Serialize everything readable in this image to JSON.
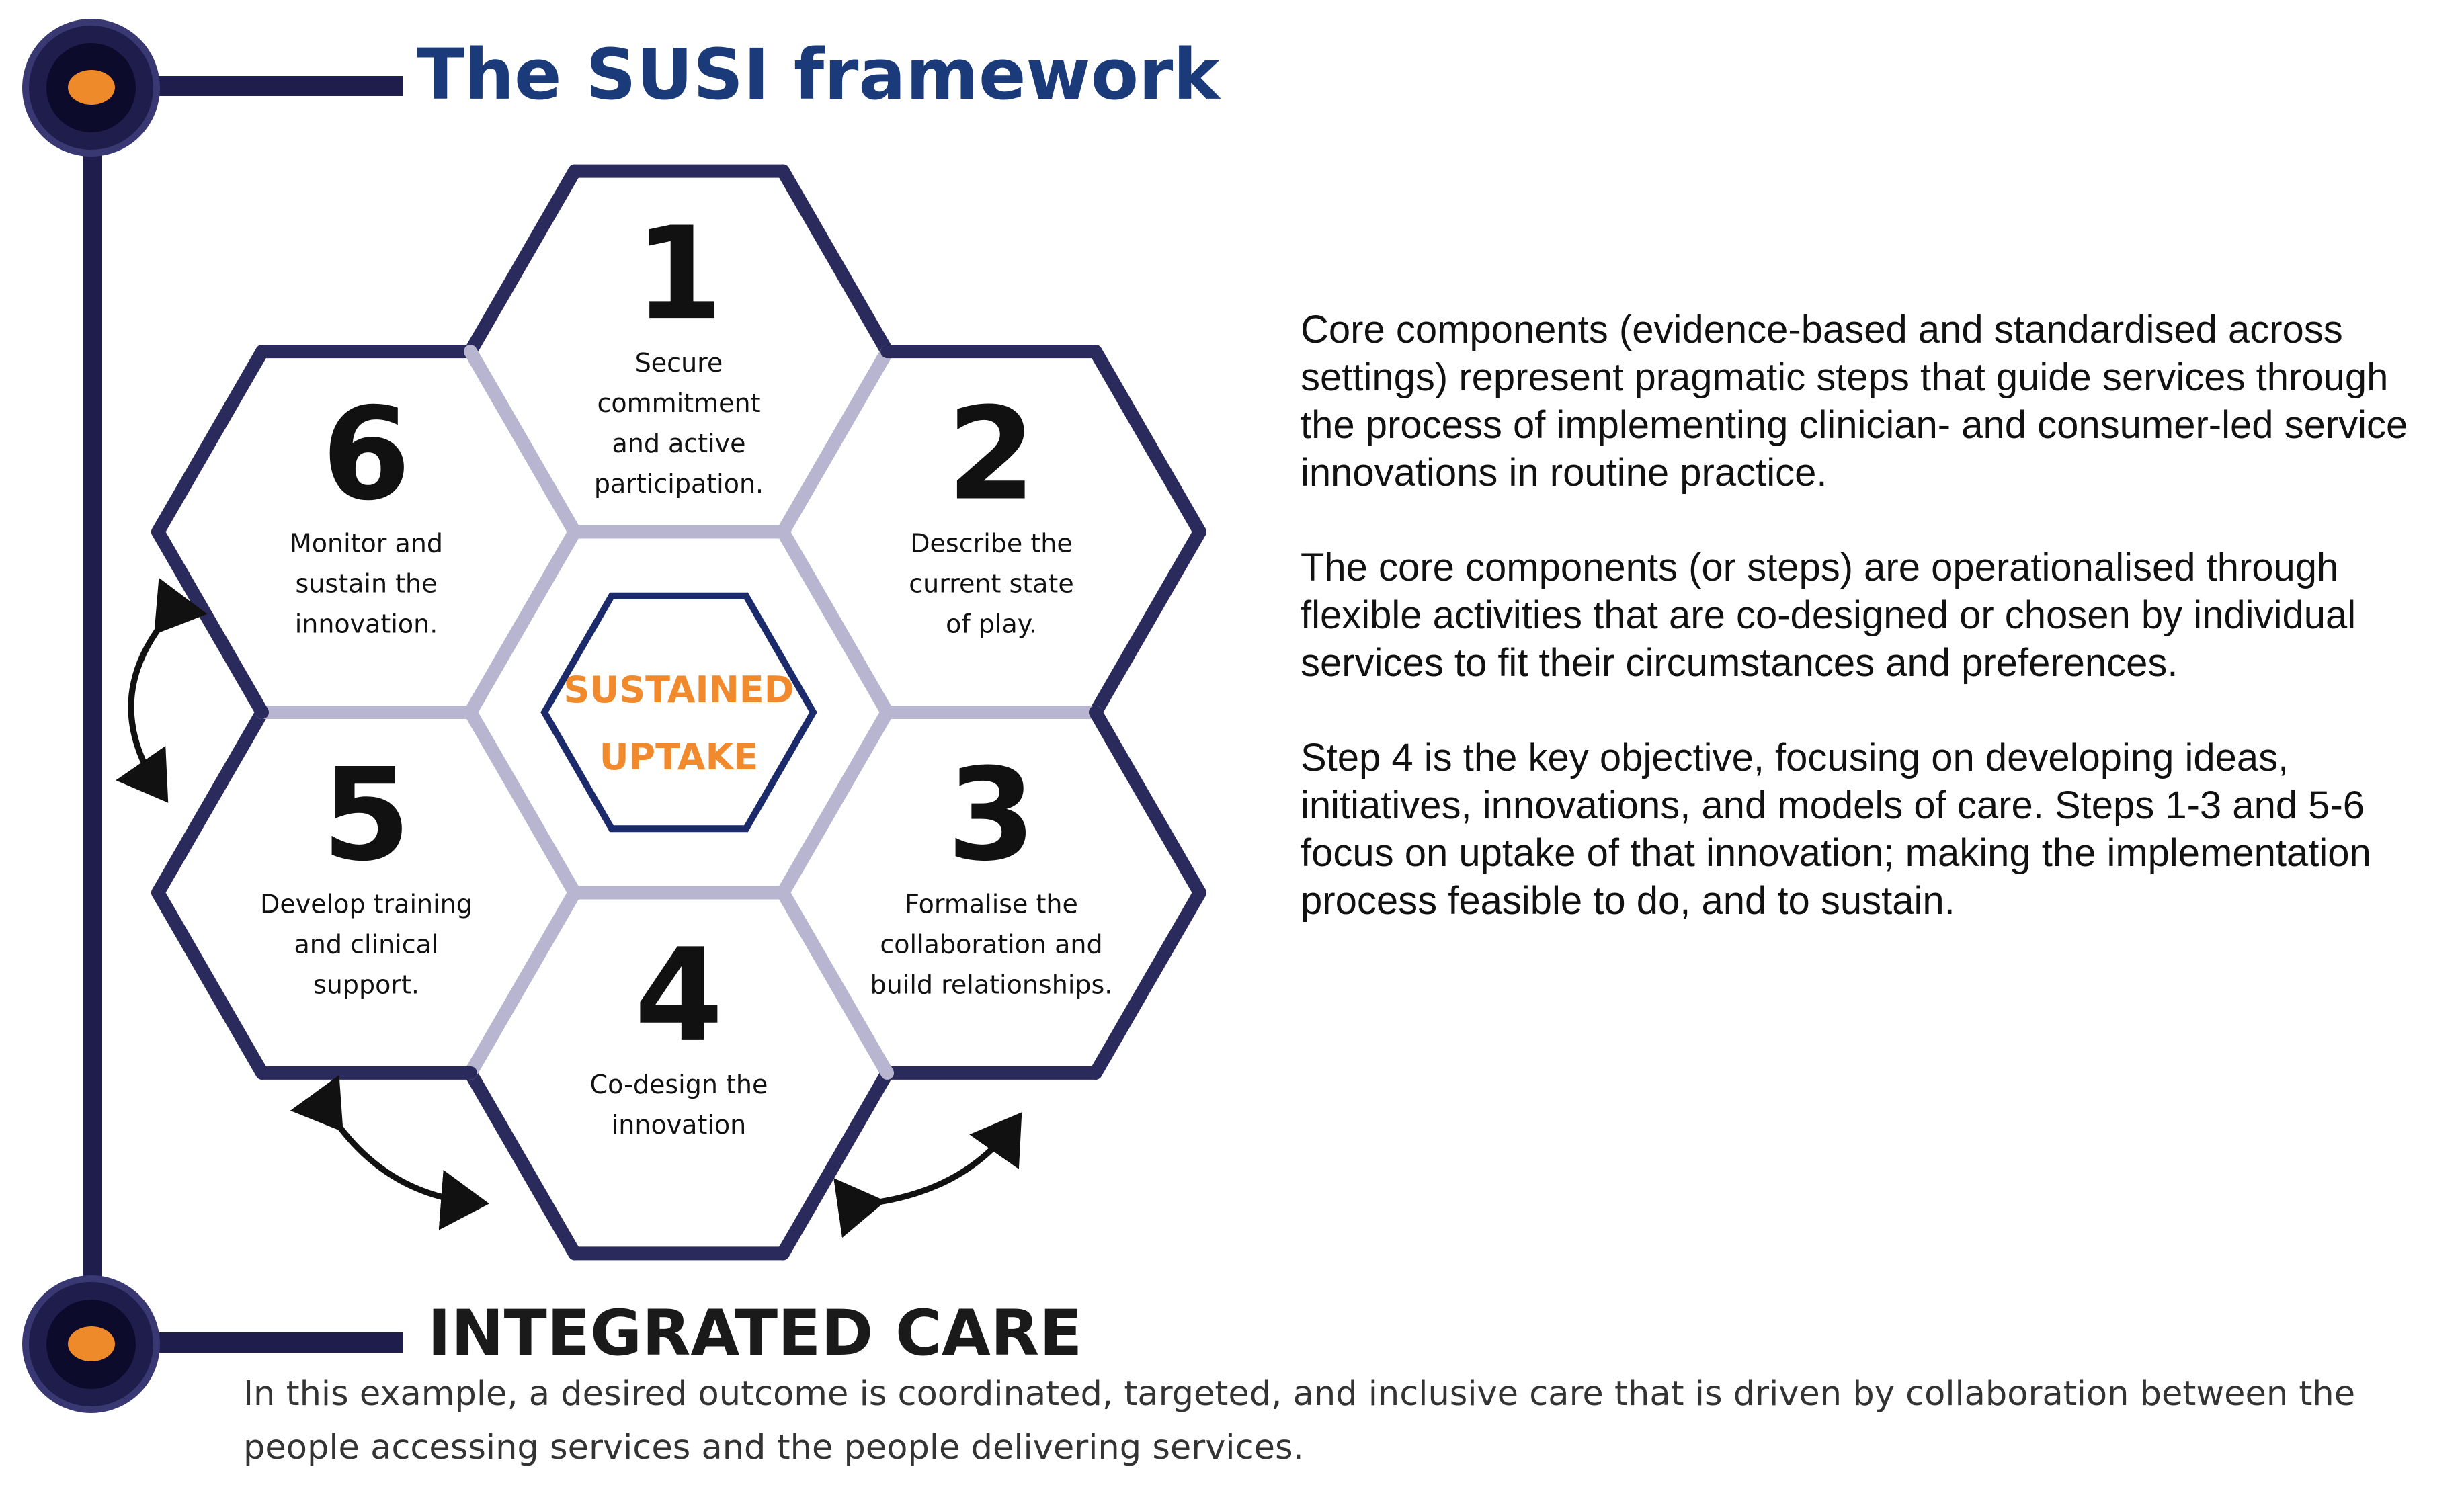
{
  "title": "The SUSI framework",
  "center": {
    "line1": "SUSTAINED",
    "line2": "UPTAKE"
  },
  "steps": [
    {
      "number": "1",
      "lines": [
        "Secure",
        "commitment",
        "and active",
        "participation."
      ]
    },
    {
      "number": "2",
      "lines": [
        "Describe the",
        "current state",
        "of play."
      ]
    },
    {
      "number": "3",
      "lines": [
        "Formalise the",
        "collaboration and",
        "build relationships."
      ]
    },
    {
      "number": "4",
      "lines": [
        "Co-design the",
        "innovation"
      ]
    },
    {
      "number": "5",
      "lines": [
        "Develop training",
        "and clinical",
        "support."
      ]
    },
    {
      "number": "6",
      "lines": [
        "Monitor and",
        "sustain the",
        "innovation."
      ]
    }
  ],
  "description": {
    "paragraph1": "Core components (evidence-based and standardised across settings) represent pragmatic steps that guide services through the process of implementing clinician- and consumer-led service innovations in routine practice.",
    "paragraph2": "The core components (or steps) are operationalised through flexible activities that are co-designed or chosen by individual services to fit their circumstances and preferences.",
    "paragraph3": "Step 4 is the key objective, focusing on developing ideas, initiatives, innovations, and models of care. Steps 1-3 and 5-6 focus on uptake of that innovation; making the implementation process feasible to do, and to sustain."
  },
  "integrated_care": {
    "title": "INTEGRATED CARE",
    "text": "In this example, a desired outcome is coordinated, targeted, and inclusive care that is driven by collaboration between the people accessing services and the people delivering services."
  },
  "colors": {
    "hex_border": "#2b2a5c",
    "hex_fade": "#b7b5cf",
    "center_border": "#1a2a6a",
    "center_text": "#f08a2c",
    "title": "#1a3a7a",
    "rail": "#1f1d4c",
    "node_dot": "#ef8a2b"
  }
}
